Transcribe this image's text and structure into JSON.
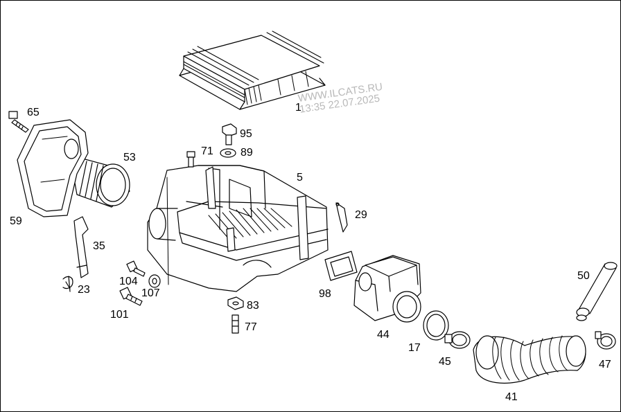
{
  "watermark": {
    "line1": "WWW.ILCATS.RU",
    "line2": "13:35 22.07.2025"
  },
  "callouts": {
    "p1": "1",
    "p5": "5",
    "p17": "17",
    "p23": "23",
    "p29": "29",
    "p35": "35",
    "p41": "41",
    "p44": "44",
    "p45": "45",
    "p47": "47",
    "p50": "50",
    "p53": "53",
    "p59": "59",
    "p65": "65",
    "p71": "71",
    "p77": "77",
    "p83": "83",
    "p89": "89",
    "p95": "95",
    "p98": "98",
    "p101": "101",
    "p104": "104",
    "p107": "107"
  }
}
